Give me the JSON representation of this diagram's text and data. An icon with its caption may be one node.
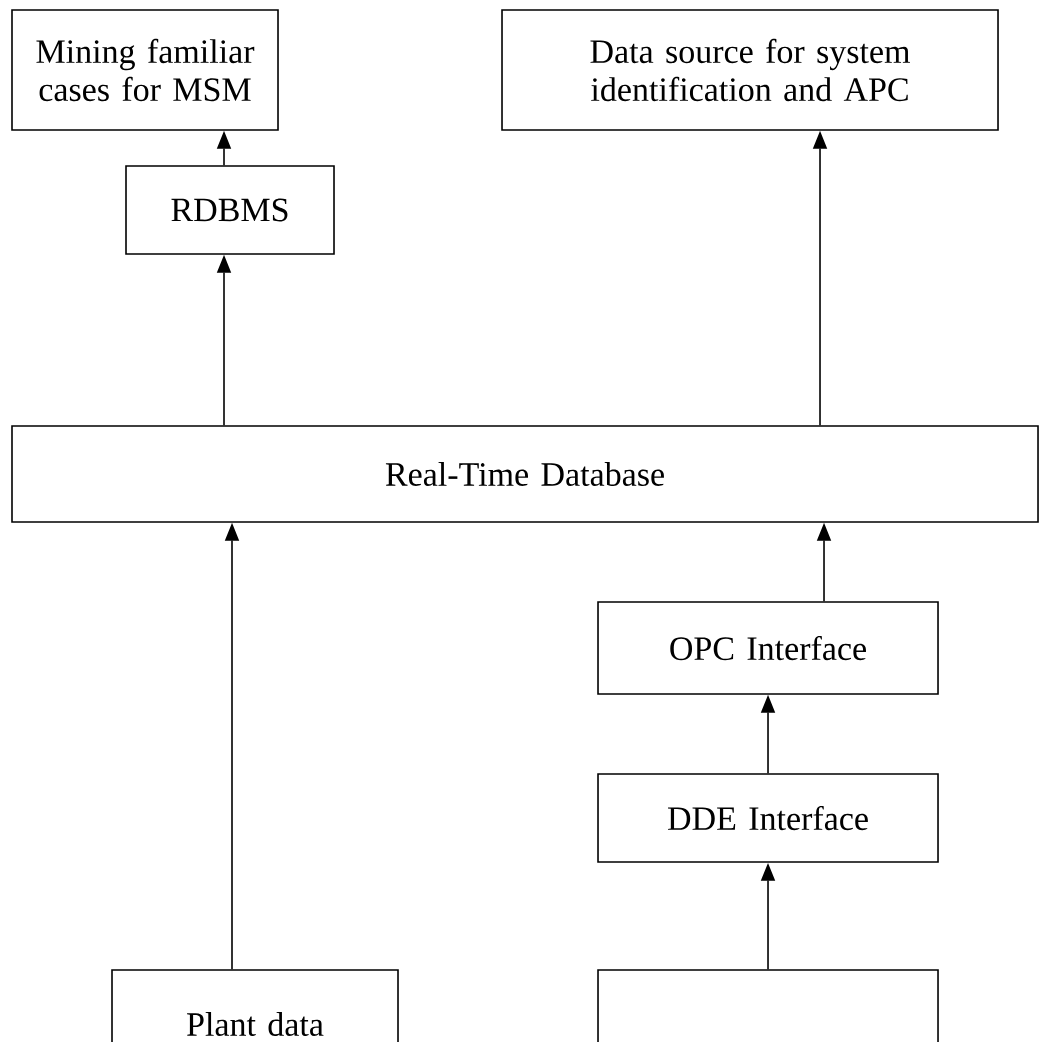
{
  "diagram": {
    "nodes": [
      {
        "text": [
          "Mining familiar cases for MSM"
        ]
      },
      {
        "text": [
          "Data source for system identification and APC"
        ]
      },
      {
        "text": [
          "RDBMS"
        ]
      },
      {
        "text": [
          "Real-Time Database"
        ]
      },
      {
        "text": [
          "Plant data"
        ]
      },
      {
        "text": [
          "OPC Interface"
        ]
      },
      {
        "text": [
          "DDE Interface"
        ]
      },
      {
        "text": [],
        "shape": "box"
      }
    ],
    "edges": [
      {
        "from": 2,
        "to": 0,
        "arrow": "to"
      },
      {
        "from": 3,
        "to": 2,
        "arrow": "to"
      },
      {
        "from": 3,
        "to": 1,
        "arrow": "to"
      },
      {
        "from": 4,
        "to": 3,
        "arrow": "to"
      },
      {
        "from": 5,
        "to": 3,
        "arrow": "to"
      },
      {
        "from": 6,
        "to": 5,
        "arrow": "to"
      },
      {
        "from": 7,
        "to": 6,
        "arrow": "to"
      }
    ]
  }
}
